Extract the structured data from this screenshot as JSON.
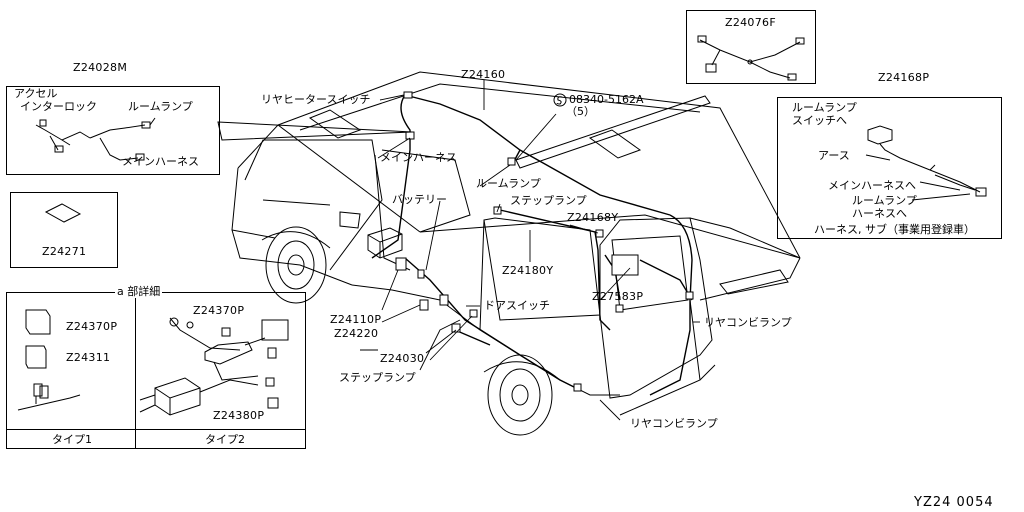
{
  "diagram": {
    "part_codes": {
      "z24160": "Z24160",
      "z24028m": "Z24028M",
      "z24076f": "Z24076F",
      "z24168p": "Z24168P",
      "z24271": "Z24271",
      "z24168y": "Z24168Y",
      "z24180y": "Z24180Y",
      "z27583p": "Z27583P",
      "z24110p": "Z24110P",
      "z24220": "Z24220",
      "z24030": "Z24030",
      "z24370p_a": "Z24370P",
      "z24311": "Z24311",
      "z24370p_b": "Z24370P",
      "z24380p": "Z24380P"
    },
    "labels": {
      "accel_1": "アクセル",
      "accel_2": "インターロック",
      "room_lamp_box": "ルームランプ",
      "main_harness_box": "メインハーネス",
      "rear_heater_switch": "リヤヒータースイッチ",
      "main_harness": "メインハーネス",
      "bolt_code": "08340-5162A",
      "bolt_qty": "（5）",
      "room_lamp": "ルームランプ",
      "battery": "バッテリー",
      "step_lamp_top": "ステップランプ",
      "door_switch": "ドアスイッチ",
      "step_lamp_bottom": "ステップランプ",
      "rear_combi_1": "リヤコンビランプ",
      "rear_combi_2": "リヤコンビランプ",
      "r_room_lamp_sw_1": "ルームランプ",
      "r_room_lamp_sw_2": "スイッチへ",
      "r_earth": "アース",
      "r_main_harness_to": "メインハーネスへ",
      "r_room_lamp_harness_1": "ルームランプ",
      "r_room_lamp_harness_2": "ハーネスへ",
      "r_harness_sub": "ハーネス, サブ（事業用登録車）",
      "detail_title": "a 部詳細",
      "type1": "タイプ1",
      "type2": "タイプ2"
    },
    "footer_code": "YZ24 0054"
  }
}
